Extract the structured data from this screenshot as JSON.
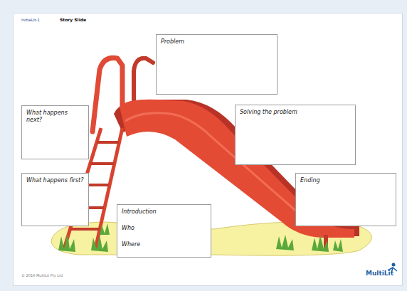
{
  "diagram": {
    "title": "Story Slide",
    "nodes": [
      {
        "text": [
          "Problem"
        ]
      },
      {
        "text": [
          "What happens next?"
        ]
      },
      {
        "text": [
          "Solving the problem"
        ]
      },
      {
        "text": [
          "What happens first?"
        ]
      },
      {
        "text": [
          "Ending"
        ]
      },
      {
        "text": [
          "Introduction",
          "Who",
          "Where"
        ]
      }
    ],
    "labels": [
      "InitiaLit-1",
      "© 2016 MultiLit Pty Ltd",
      "MultiLit"
    ]
  }
}
